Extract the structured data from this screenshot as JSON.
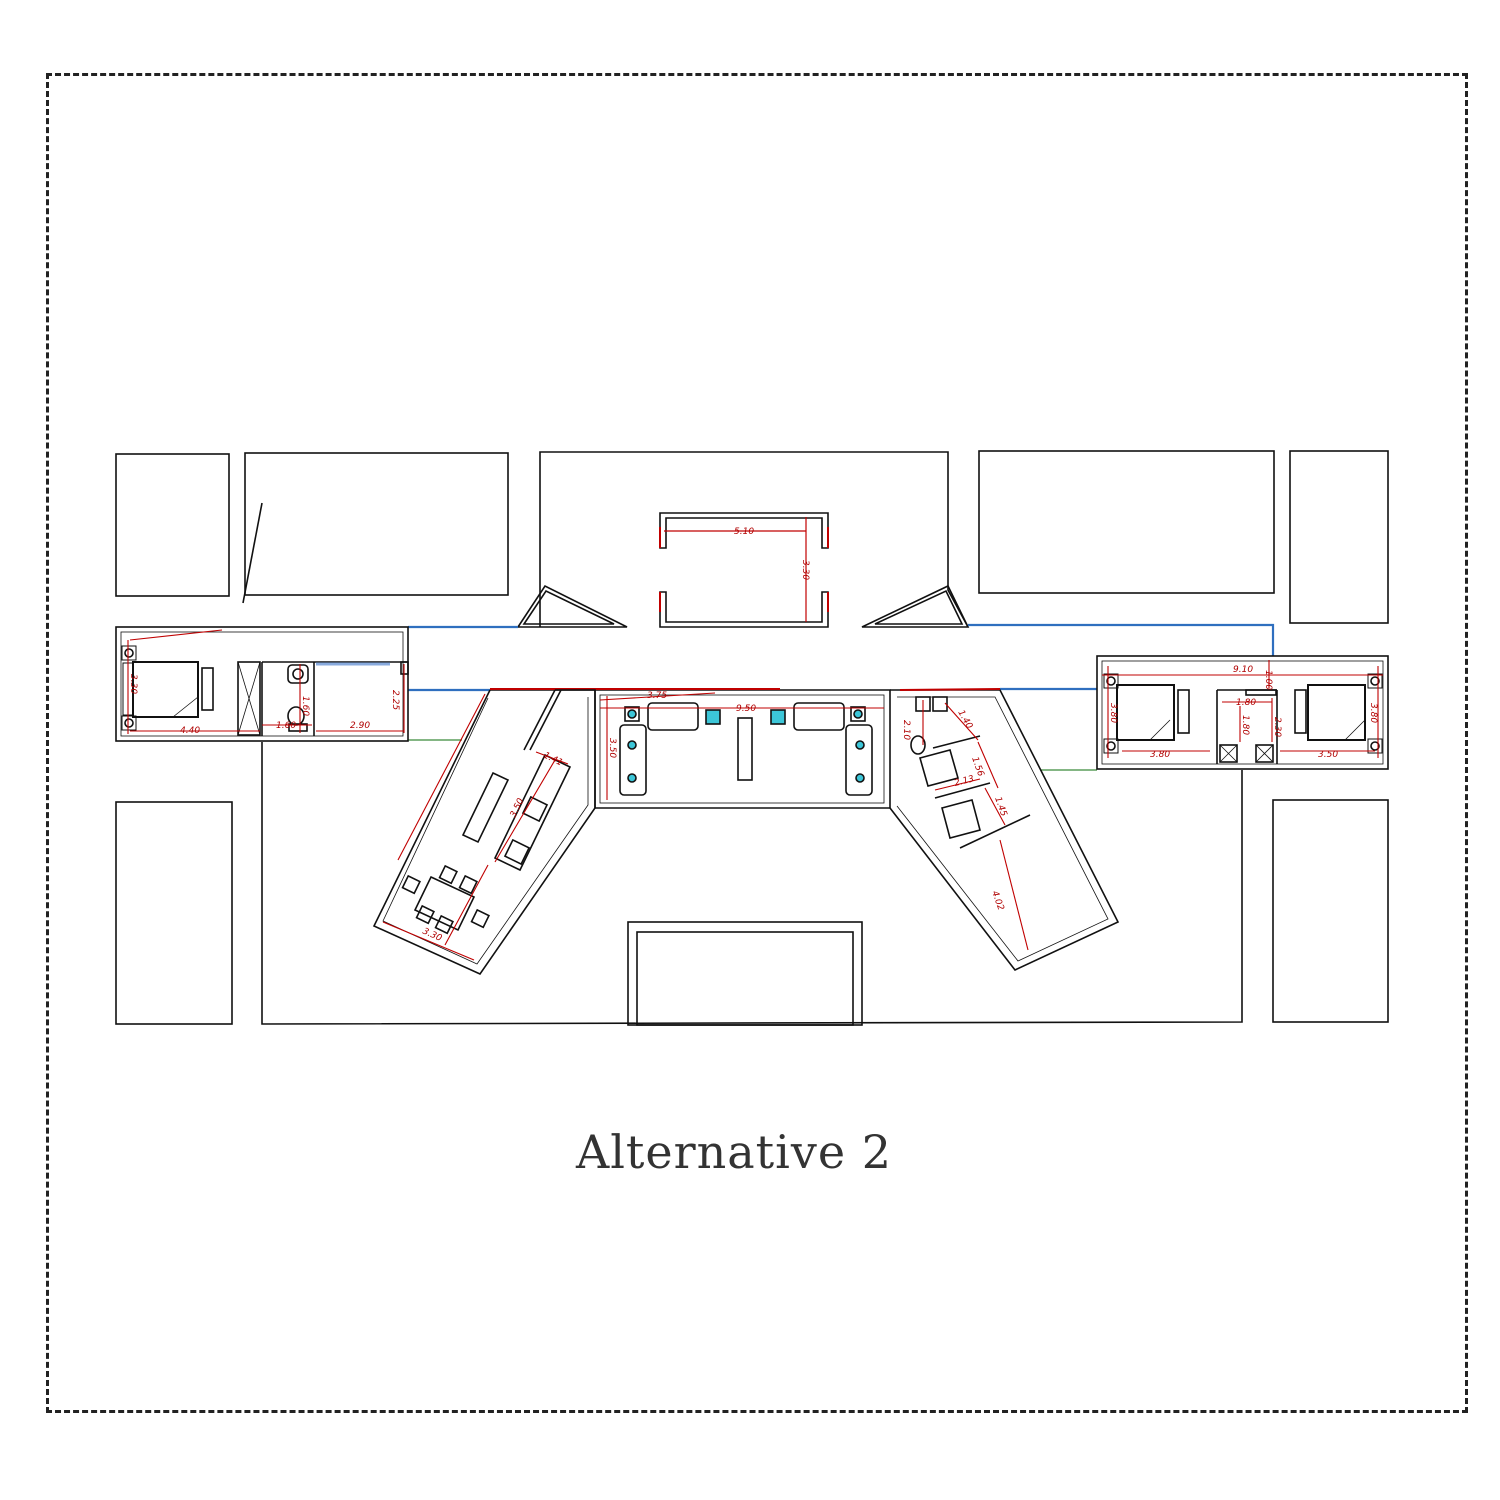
{
  "caption": "Alternative 2",
  "colors": {
    "wall": "#111111",
    "dimension": "#c00000",
    "link": "#2f6fbf",
    "accent": "#3cc6d8",
    "dim_text": "#b00000"
  },
  "dimensions": {
    "terrace_w": "5.10",
    "terrace_h": "3.30",
    "left_bed_h": "3.30",
    "left_bed_w": "4.40",
    "left_bath_w": "1.60",
    "left_bath_h": "1.60",
    "left_room_w": "2.90",
    "left_room_h": "2.25",
    "living_small": "3.75",
    "living_w": "9.50",
    "living_h": "3.50",
    "kitchen_a": "1.41",
    "kitchen_len": "3.50",
    "dining_w": "3.30",
    "bath_a": "2.10",
    "bath_b": "1.40",
    "bath_c": "1.56",
    "bath_d": "2.13",
    "bath_e": "1.45",
    "wing_len": "4.02",
    "right_total": "9.10",
    "right_gap": "1.00",
    "right_bed1_h": "3.80",
    "right_bed1_w": "3.80",
    "right_mid_w": "1.80",
    "right_mid_h": "1.80",
    "right_mid_h2": "2.30",
    "right_bed2_h": "3.80",
    "right_bed2_w": "3.50"
  }
}
